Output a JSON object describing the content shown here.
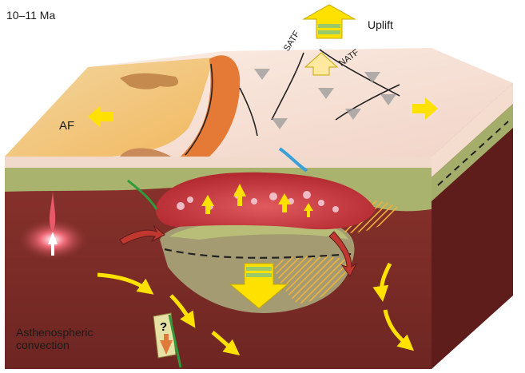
{
  "labels": {
    "age": "10–11 Ma",
    "uplift": "Uplift",
    "af": "AF",
    "satf": "SATF",
    "natf": "NATF",
    "convection_line1": "Asthenospheric",
    "convection_line2": "convection",
    "question": "?"
  },
  "colors": {
    "surface": "#f7e6d6",
    "surface_left": "#f1c27a",
    "crust": "#a9b36e",
    "mantle_front": "#7b2a26",
    "mantle_side": "#5f1e1b",
    "magma": "#c23b3f",
    "arrow_yellow": "#ffe100",
    "fault_orange": "#e07a3a"
  }
}
